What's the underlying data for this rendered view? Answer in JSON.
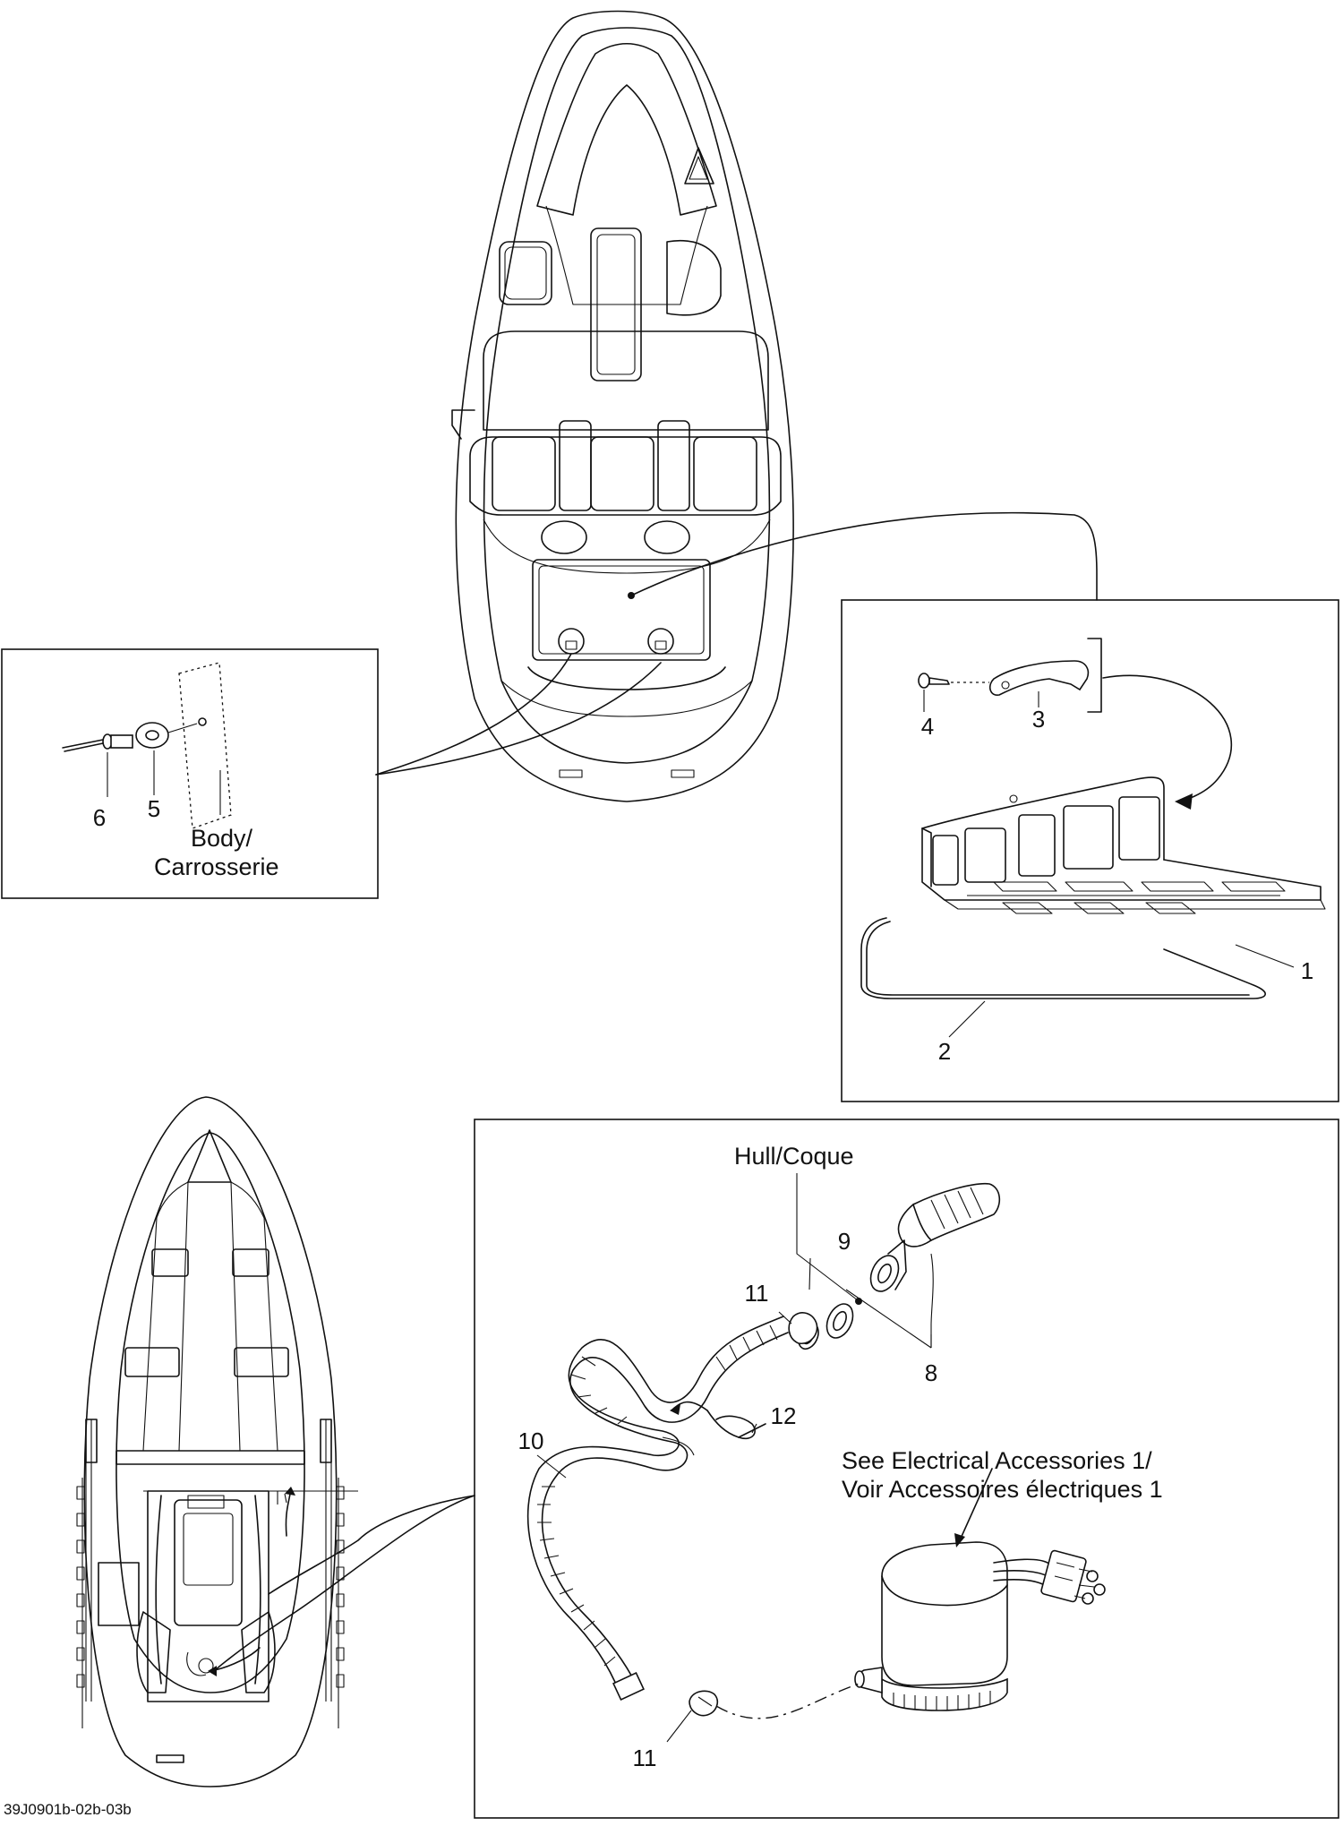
{
  "callouts": {
    "c1": "1",
    "c2": "2",
    "c3": "3",
    "c4": "4",
    "c5": "5",
    "c6": "6",
    "c8": "8",
    "c9": "9",
    "c10": "10",
    "c11a": "11",
    "c11b": "11",
    "c12": "12"
  },
  "labels": {
    "body_line1": "Body/",
    "body_line2": "Carrosserie",
    "hull": "Hull/Coque",
    "electrical_line1": "See Electrical Accessories 1/",
    "electrical_line2": "Voir Accessoires électriques 1"
  },
  "reference_code": "39J0901b-02b-03b"
}
